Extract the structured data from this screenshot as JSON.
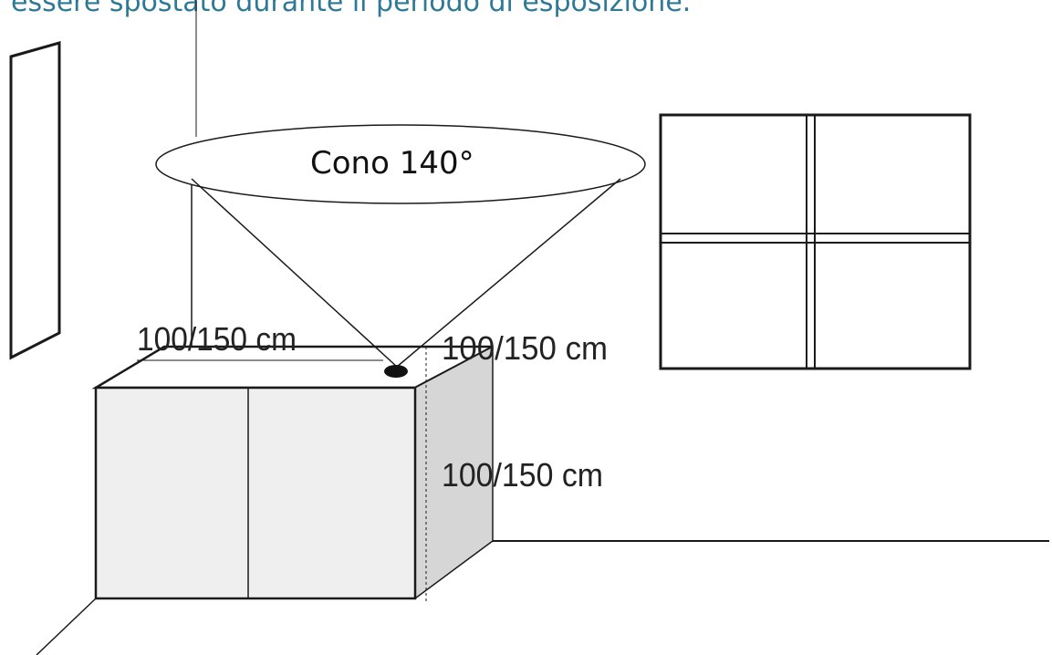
{
  "caption": "essere spostato durante il periodo di esposizione.",
  "cone": {
    "label": "Cono 140°"
  },
  "dimensions": {
    "width_label": "100/150 cm",
    "depth_label": "100/150 cm",
    "height_label": "100/150 cm"
  },
  "colors": {
    "caption": "#2e7a96",
    "line": "#1a1a1a",
    "box_front": "#efefef",
    "box_side": "#d6d6d6",
    "box_top": "#ffffff"
  }
}
